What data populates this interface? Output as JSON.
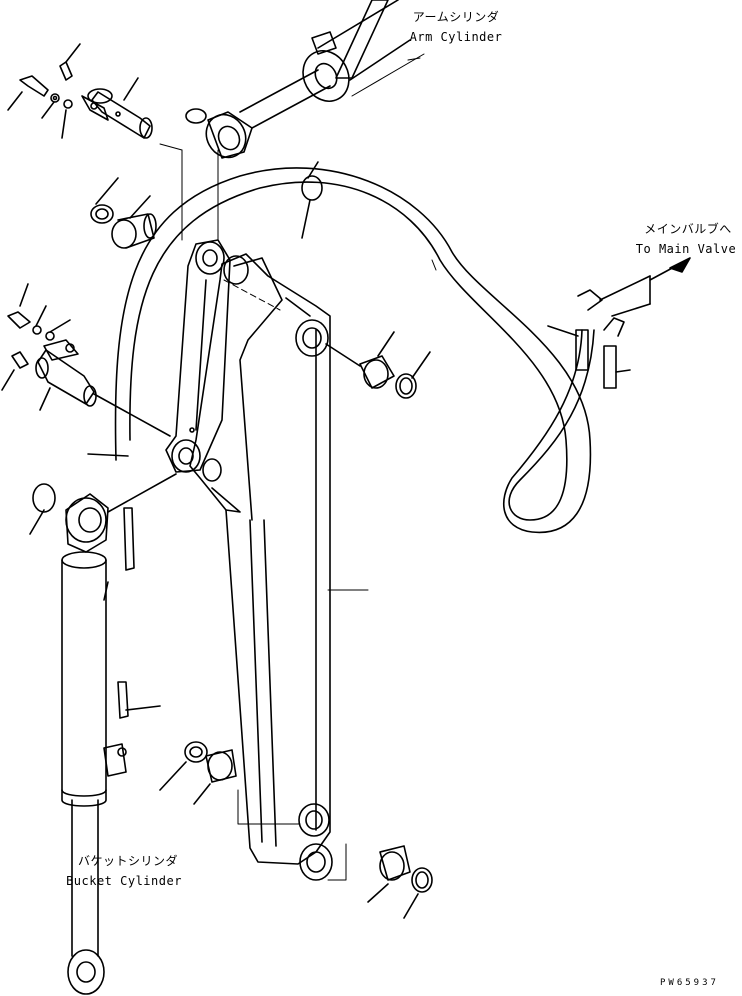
{
  "labels": {
    "arm_cylinder_jp": "アームシリンダ",
    "arm_cylinder_en": "Arm Cylinder",
    "main_valve_jp": "メインバルブへ",
    "main_valve_en": "To Main Valve",
    "bucket_cylinder_jp": "バケットシリンダ",
    "bucket_cylinder_en": "Bucket Cylinder",
    "drawing_code": "PW65937"
  }
}
